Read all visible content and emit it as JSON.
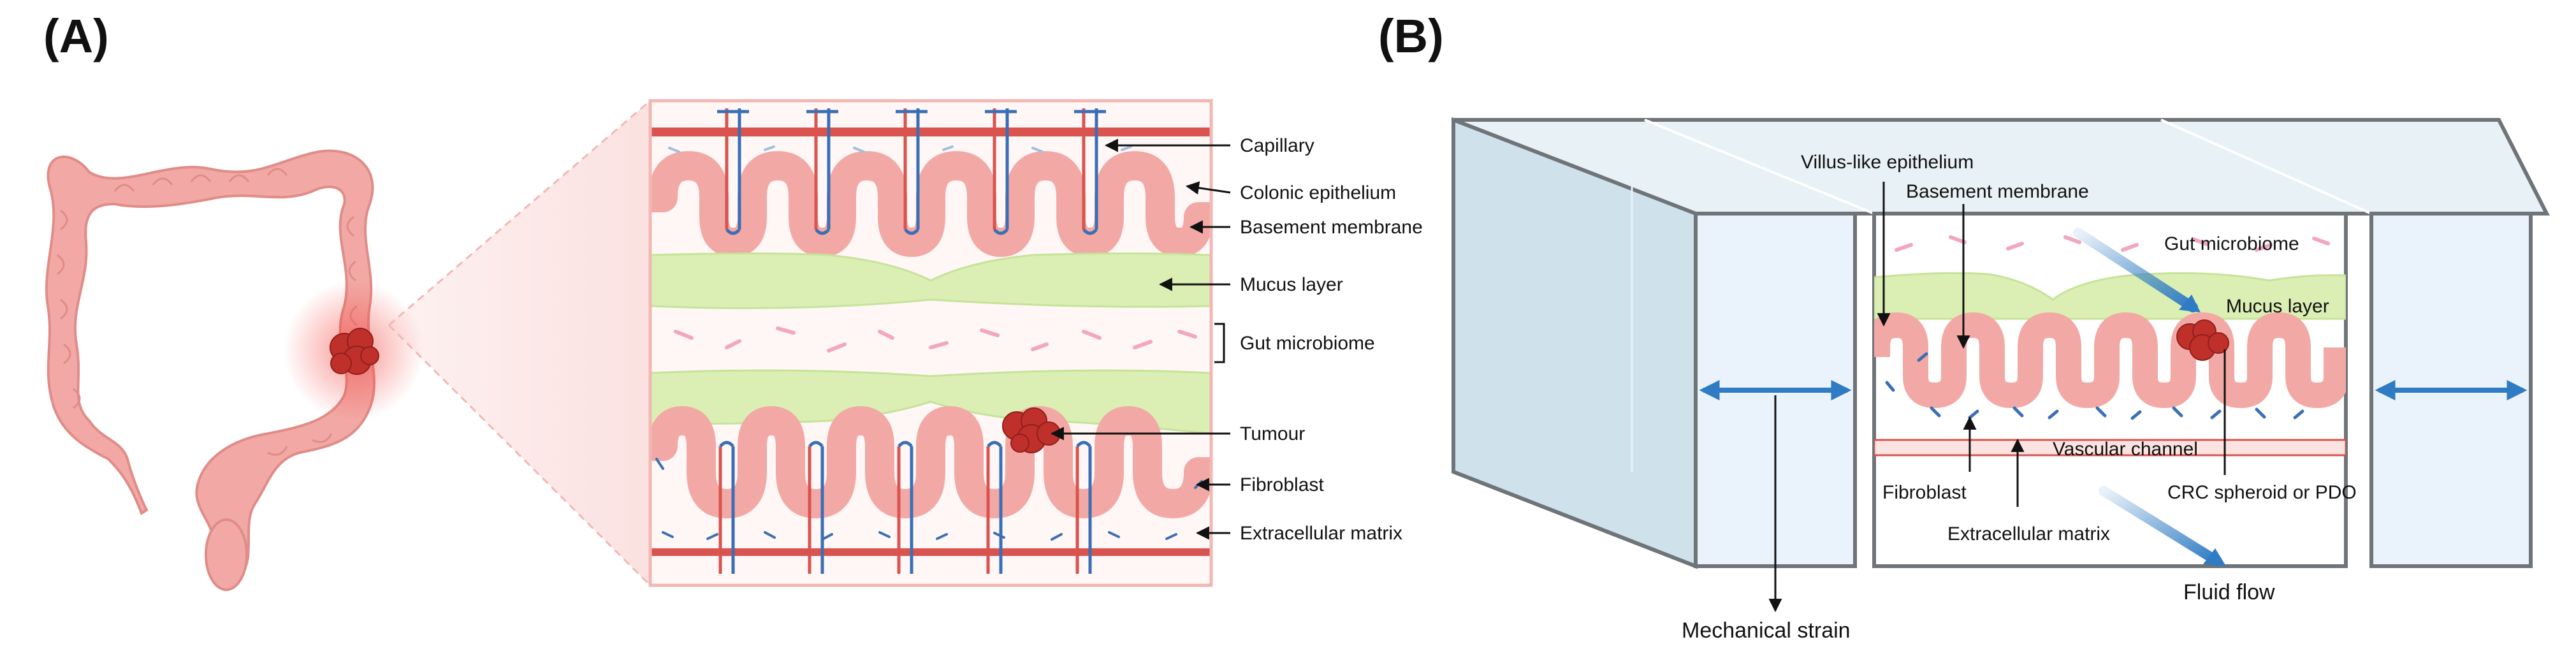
{
  "panels": {
    "a": "(A)",
    "b": "(B)"
  },
  "panel_a": {
    "labels": {
      "capillary": "Capillary",
      "colonic_epithelium": "Colonic epithelium",
      "basement_membrane": "Basement membrane",
      "mucus_layer": "Mucus layer",
      "gut_microbiome": "Gut microbiome",
      "tumour": "Tumour",
      "fibroblast": "Fibroblast",
      "extracellular_matrix": "Extracellular matrix"
    }
  },
  "panel_b": {
    "labels": {
      "villus_epithelium": "Villus-like epithelium",
      "basement_membrane": "Basement membrane",
      "gut_microbiome": "Gut microbiome",
      "mucus_layer": "Mucus layer",
      "vascular_channel": "Vascular channel",
      "fibroblast": "Fibroblast",
      "crc_spheroid": "CRC spheroid or PDO",
      "extracellular_matrix": "Extracellular matrix",
      "mechanical_strain": "Mechanical strain",
      "fluid_flow": "Fluid flow"
    }
  },
  "colors": {
    "tissue": "#f2a9a5",
    "tissue_edge": "#e08c88",
    "mucus": "#dbeeb4",
    "mucus_edge": "#c6e39a",
    "vessel_red": "#d9534f",
    "vessel_blue": "#3b6fb5",
    "tumour": "#c0302b",
    "bacteria": "#f3a6c0",
    "glass": "#dce9f1",
    "glass_edge": "#6f7478",
    "arrow_blue": "#2f7bc4"
  }
}
